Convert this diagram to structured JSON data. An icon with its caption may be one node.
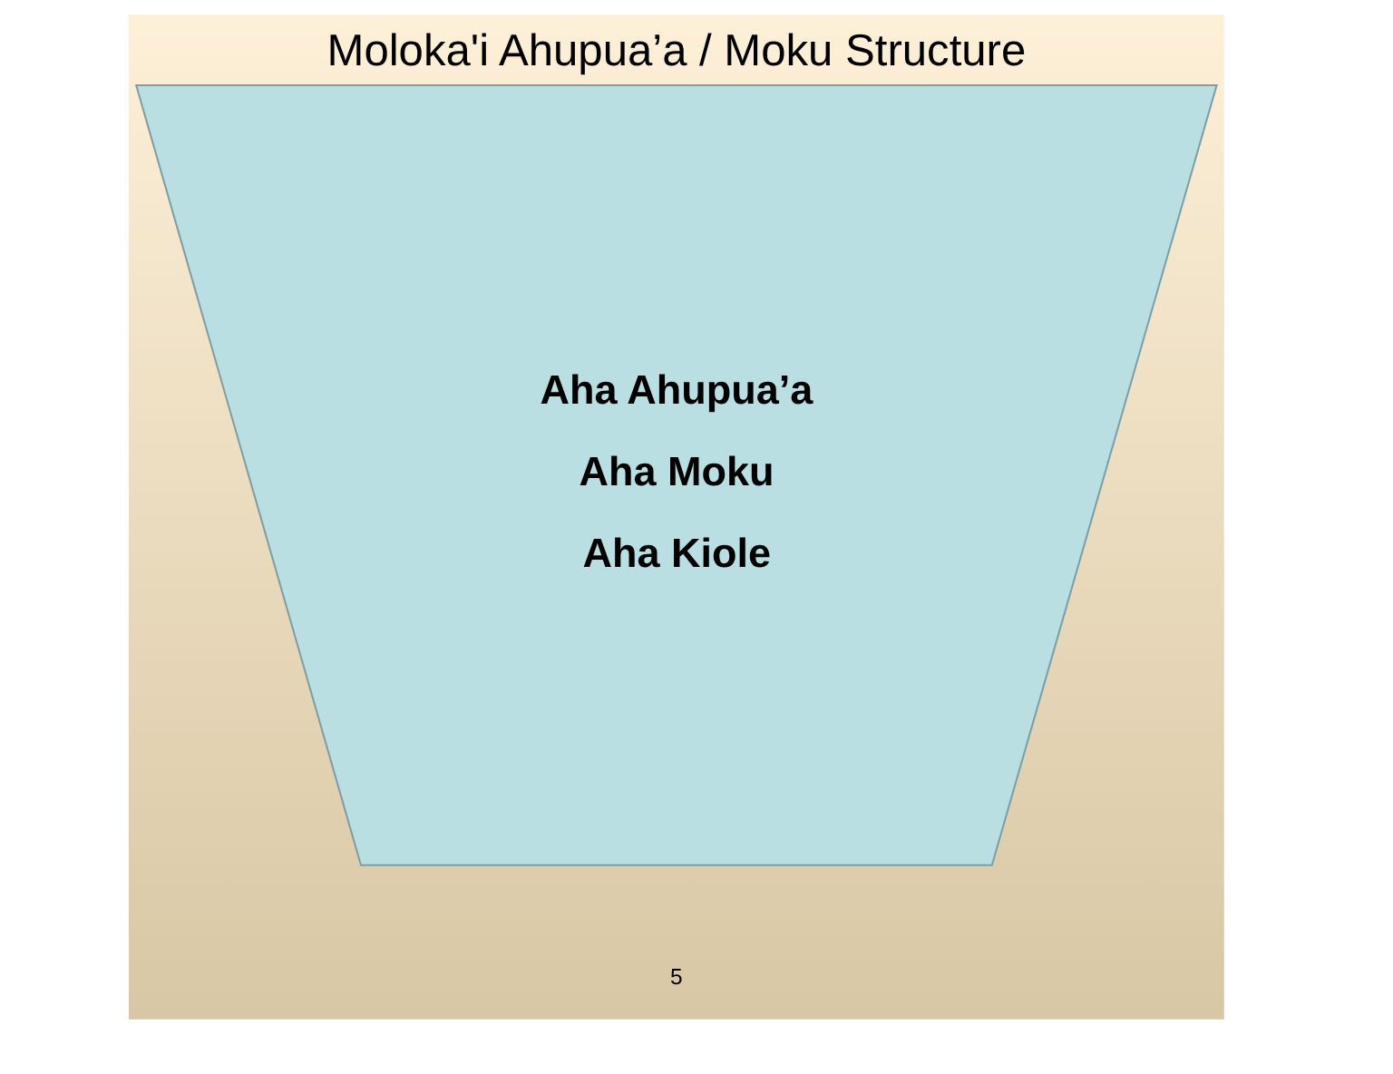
{
  "diagram": {
    "title": "Moloka'i Ahupua’a / Moku Structure",
    "nodes": [
      {
        "text": [
          "Aha Ahupua’a",
          "Aha Moku",
          "Aha Kiole"
        ]
      }
    ],
    "edges": [],
    "labels": [
      "5"
    ]
  }
}
